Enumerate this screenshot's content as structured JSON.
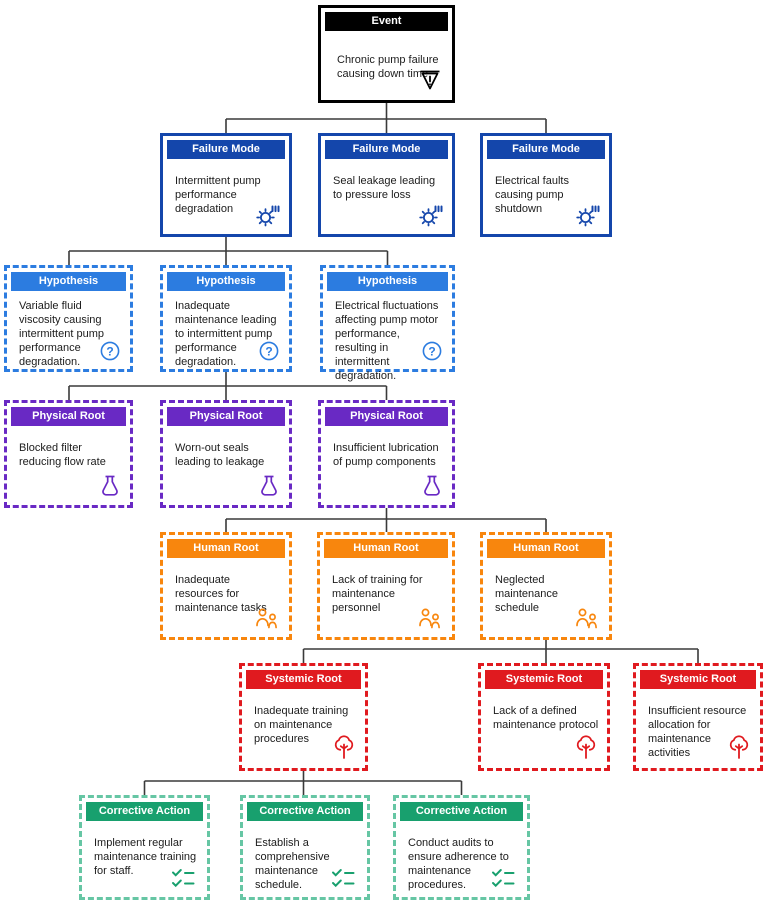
{
  "diagram": {
    "type": "root-cause-analysis-tree",
    "colors": {
      "event": "#000000",
      "failure_mode": "#1446ab",
      "hypothesis": "#2c7ce0",
      "physical_root": "#6929c4",
      "human_root": "#f8860d",
      "systemic_root": "#e01a1f",
      "corrective_action": "#18a06e",
      "corrective_action_border": "#66c6a4",
      "connector": "#3a3a3a"
    },
    "nodes": [
      {
        "id": "event",
        "label": "Event",
        "text": "Chronic pump failure causing down time",
        "icon": "warning-triangle-icon"
      },
      {
        "id": "fm1",
        "label": "Failure Mode",
        "text": "Intermittent pump performance degradation",
        "icon": "gear-icon"
      },
      {
        "id": "fm2",
        "label": "Failure Mode",
        "text": "Seal leakage leading to pressure loss",
        "icon": "gear-icon"
      },
      {
        "id": "fm3",
        "label": "Failure Mode",
        "text": "Electrical faults causing pump shutdown",
        "icon": "gear-icon"
      },
      {
        "id": "hyp1",
        "label": "Hypothesis",
        "text": "Variable fluid viscosity causing intermittent pump performance degradation.",
        "icon": "question-icon"
      },
      {
        "id": "hyp2",
        "label": "Hypothesis",
        "text": "Inadequate maintenance leading to intermittent pump performance degradation.",
        "icon": "question-icon"
      },
      {
        "id": "hyp3",
        "label": "Hypothesis",
        "text": "Electrical fluctuations affecting pump motor performance, resulting in intermittent degradation.",
        "icon": "question-icon"
      },
      {
        "id": "pr1",
        "label": "Physical Root",
        "text": "Blocked filter reducing flow rate",
        "icon": "flask-icon"
      },
      {
        "id": "pr2",
        "label": "Physical Root",
        "text": "Worn-out seals leading to leakage",
        "icon": "flask-icon"
      },
      {
        "id": "pr3",
        "label": "Physical Root",
        "text": "Insufficient lubrication of pump components",
        "icon": "flask-icon"
      },
      {
        "id": "hr1",
        "label": "Human Root",
        "text": "Inadequate resources for maintenance tasks",
        "icon": "people-icon"
      },
      {
        "id": "hr2",
        "label": "Human Root",
        "text": "Lack of training for maintenance personnel",
        "icon": "people-icon"
      },
      {
        "id": "hr3",
        "label": "Human Root",
        "text": "Neglected maintenance schedule",
        "icon": "people-icon"
      },
      {
        "id": "sr1",
        "label": "Systemic Root",
        "text": "Inadequate training on maintenance procedures",
        "icon": "tree-icon"
      },
      {
        "id": "sr2",
        "label": "Systemic Root",
        "text": "Lack of a defined maintenance protocol",
        "icon": "tree-icon"
      },
      {
        "id": "sr3",
        "label": "Systemic Root",
        "text": "Insufficient resource allocation for maintenance activities",
        "icon": "tree-icon"
      },
      {
        "id": "ca1",
        "label": "Corrective Action",
        "text": "Implement regular maintenance training for staff.",
        "icon": "checklist-icon"
      },
      {
        "id": "ca2",
        "label": "Corrective Action",
        "text": "Establish a comprehensive maintenance schedule.",
        "icon": "checklist-icon"
      },
      {
        "id": "ca3",
        "label": "Corrective Action",
        "text": "Conduct audits to ensure adherence to maintenance procedures.",
        "icon": "checklist-icon"
      }
    ],
    "edges": [
      {
        "from": "event",
        "to": [
          "fm1",
          "fm2",
          "fm3"
        ]
      },
      {
        "from": "fm1",
        "to": [
          "hyp1",
          "hyp2",
          "hyp3"
        ]
      },
      {
        "from": "hyp2",
        "to": [
          "pr1",
          "pr2",
          "pr3"
        ]
      },
      {
        "from": "pr3",
        "to": [
          "hr1",
          "hr2",
          "hr3"
        ]
      },
      {
        "from": "hr3",
        "to": [
          "sr1",
          "sr2",
          "sr3"
        ]
      },
      {
        "from": "sr1",
        "to": [
          "ca1",
          "ca2",
          "ca3"
        ]
      }
    ]
  }
}
